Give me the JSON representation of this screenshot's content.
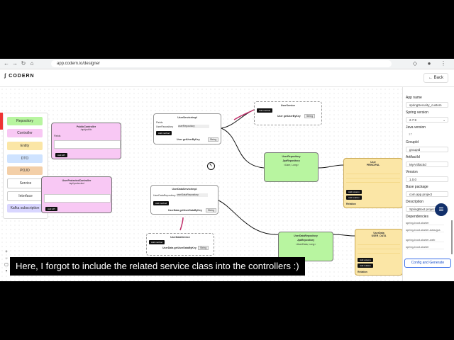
{
  "browser": {
    "url": "app.codern.io/designer"
  },
  "app": {
    "logo_text": "CODERN",
    "back_label": "Back"
  },
  "palette": {
    "items": [
      "Repository",
      "Controller",
      "Entity",
      "DTO",
      "POJO",
      "Service",
      "Interface",
      "Kafka subscription"
    ],
    "colors": [
      "#b8f5a0",
      "#f8c8f4",
      "#fbe6a6",
      "#cfe3ff",
      "#f3cfa8",
      "#ffffff",
      "#ffffff",
      "#d9d6ff"
    ]
  },
  "nodes": {
    "public_controller": {
      "title": "PublicController",
      "subtitle": "/api/public",
      "fields_label": "Fields",
      "btn": "Add API"
    },
    "user_protected_controller": {
      "title": "UserProtectedController",
      "subtitle": "/api/protected",
      "btn": "Add API"
    },
    "user_service_impl": {
      "title": "UserServiceImpl",
      "fields_label": "Fields",
      "field1": "UserRepository",
      "field2": "userRepository",
      "btn": "Add method",
      "method": "User getUserByKey",
      "method_type": "String"
    },
    "user_service": {
      "title": "UserService",
      "btn": "Add method",
      "method": "User getUserByKey",
      "method_type": "String"
    },
    "user_repository": {
      "title": "UserRepository",
      "subtitle": "JpaRepository",
      "extra": "<User, Long>"
    },
    "user_entity": {
      "title": "User",
      "subtitle": "PRINCIPAL",
      "btn1": "Add column",
      "btn2": "Add relation",
      "relation": "Relation"
    },
    "user_data_service_impl": {
      "title": "UserDataServiceImpl",
      "field1": "UserDataRepository",
      "field2": "userDataRepository",
      "btn": "Add method",
      "method": "UserData getUserDataByKey",
      "method_type": "String"
    },
    "user_data_service": {
      "title": "UserDataService",
      "btn": "Add method",
      "method": "UserData getUserDataByKey",
      "method_type": "String"
    },
    "user_data_repository": {
      "title": "UserDataRepository",
      "subtitle": "JpaRepository",
      "extra": "<UserData, Long>"
    },
    "user_data_entity": {
      "title": "UserData",
      "subtitle": "USER_DATA",
      "btn1": "Add column",
      "btn2": "Add relation",
      "relation": "Relation"
    }
  },
  "panel": {
    "app_name_label": "App name",
    "app_name_value": "springSecurity_custom",
    "spring_version_label": "Spring version",
    "spring_version_value": "2.7.9",
    "java_version_label": "Java version",
    "java_version_value": "17",
    "group_id_label": "GroupId",
    "group_id_value": "groupId",
    "artifact_id_label": "ArtifactId",
    "artifact_id_value": "MyArtifactId",
    "version_label": "Version",
    "version_value": "1.0.0",
    "base_package_label": "Base package",
    "base_package_value": "com.app.project",
    "description_label": "Description",
    "description_value": "SpringBoot project",
    "dependencies_label": "Dependencies",
    "dependencies": [
      "spring-boot-starter",
      "spring-boot-starter-data-jpa",
      "spring-boot-starter-web",
      "spring-boot-starter"
    ],
    "config_button": "Config and Generate"
  },
  "subtitle": "Here, I forgot to include the related service class into the controllers :)",
  "colors": {
    "repository": "#b8f5a0",
    "controller": "#f8c8f4",
    "entity": "#fbe6a6",
    "accent": "#3a6ee8"
  }
}
